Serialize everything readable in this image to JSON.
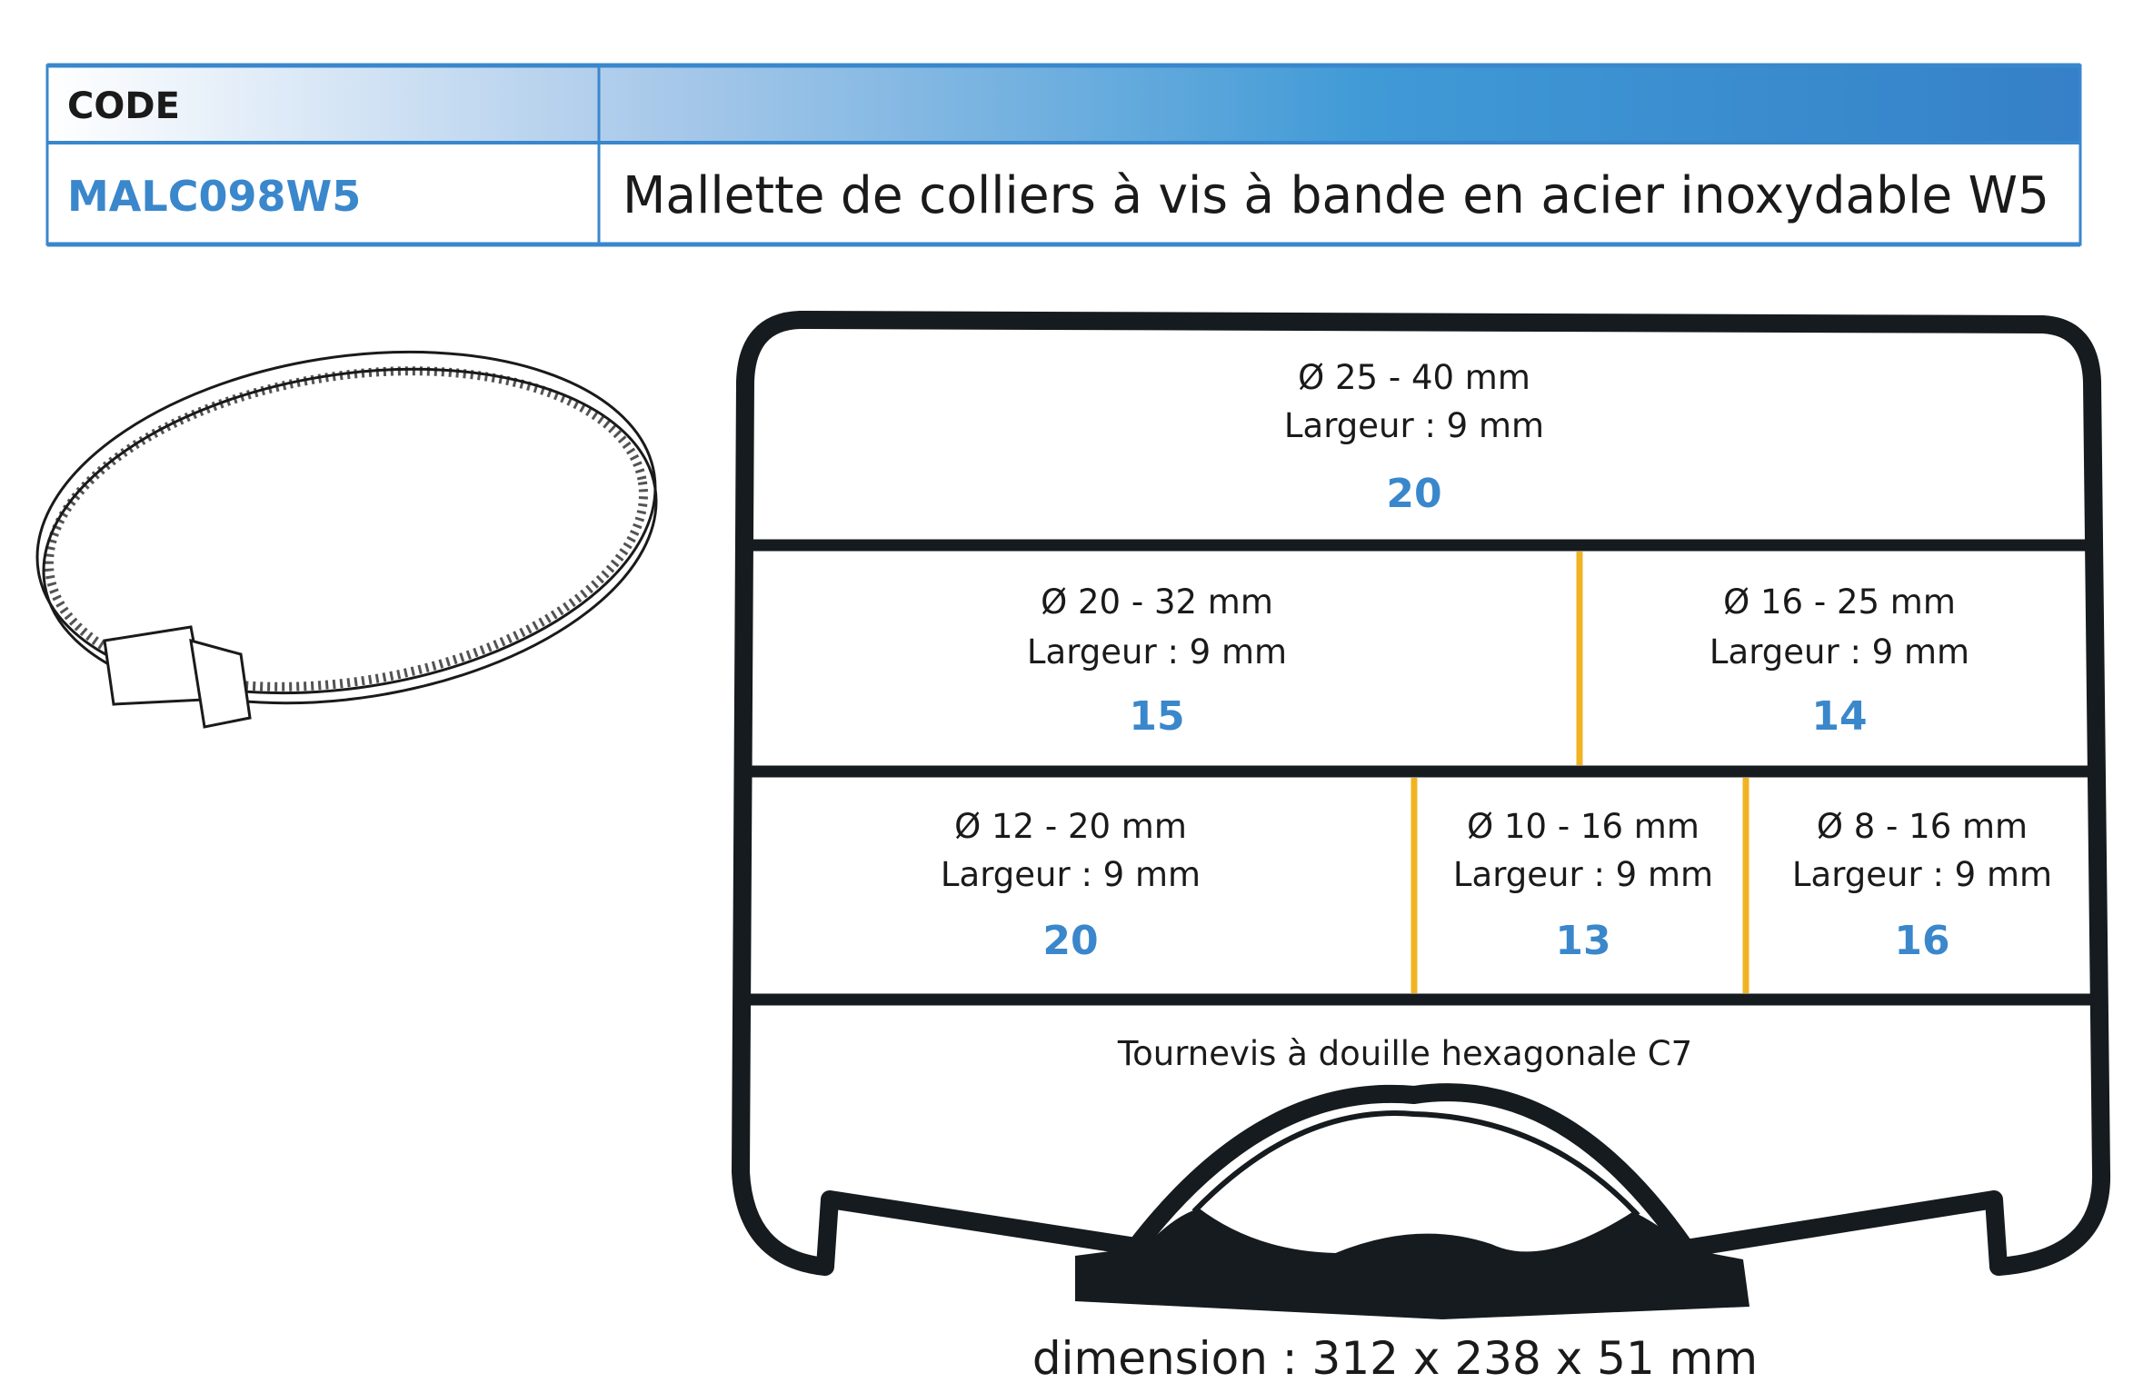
{
  "header": {
    "code_label": "CODE",
    "code": "MALC098W5",
    "description": "Mallette de colliers à vis à bande en acier inoxydable W5"
  },
  "case": {
    "compartments": [
      {
        "diameter": "Ø 25 - 40 mm",
        "width": "Largeur : 9 mm",
        "qty": "20"
      },
      {
        "diameter": "Ø 20 - 32 mm",
        "width": "Largeur : 9 mm",
        "qty": "15"
      },
      {
        "diameter": "Ø 16 - 25 mm",
        "width": "Largeur : 9 mm",
        "qty": "14"
      },
      {
        "diameter": "Ø 12 - 20 mm",
        "width": "Largeur : 9 mm",
        "qty": "20"
      },
      {
        "diameter": "Ø 10 - 16 mm",
        "width": "Largeur : 9 mm",
        "qty": "13"
      },
      {
        "diameter": "Ø 8 - 16 mm",
        "width": "Largeur : 9 mm",
        "qty": "16"
      }
    ],
    "tool": "Tournevis à douille hexagonale C7",
    "dimension": "dimension : 312 x 238 x 51 mm"
  },
  "colors": {
    "accent": "#3a87cc",
    "divider": "#f0b323",
    "outline": "#151b1e"
  }
}
